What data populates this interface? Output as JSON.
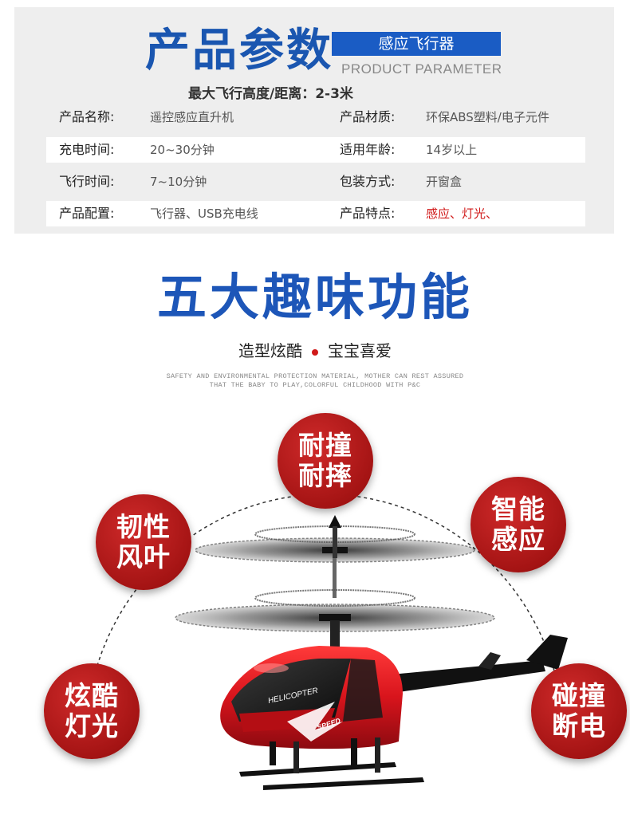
{
  "params": {
    "title": "产品参数",
    "tag": "感应飞行器",
    "english": "PRODUCT PARAMETER",
    "subtitle": "最大飞行高度/距离：2-3米",
    "rows": [
      {
        "k1": "产品名称:",
        "v1": "遥控感应直升机",
        "k2": "产品材质:",
        "v2": "环保ABS塑料/电子元件"
      },
      {
        "k1": "充电时间:",
        "v1": "20~30分钟",
        "k2": "适用年龄:",
        "v2": "14岁以上"
      },
      {
        "k1": "飞行时间:",
        "v1": "7~10分钟",
        "k2": "包装方式:",
        "v2": "开窗盒"
      },
      {
        "k1": "产品配置:",
        "v1": "飞行器、USB充电线",
        "k2": "产品特点:",
        "v2": "感应、灯光、"
      }
    ]
  },
  "features": {
    "title": "五大趣味功能",
    "sub_left": "造型炫酷",
    "sub_right": "宝宝喜爱",
    "english_line1": "SAFETY AND ENVIRONMENTAL PROTECTION MATERIAL, MOTHER CAN REST ASSURED",
    "english_line2": "THAT THE BABY TO PLAY,COLORFUL CHILDHOOD WITH P&C",
    "items": [
      {
        "line1": "耐撞",
        "line2": "耐摔"
      },
      {
        "line1": "韧性",
        "line2": "风叶"
      },
      {
        "line1": "智能",
        "line2": "感应"
      },
      {
        "line1": "炫酷",
        "line2": "灯光"
      },
      {
        "line1": "碰撞",
        "line2": "断电"
      }
    ]
  },
  "helicopter": {
    "decal_1": "HELICOPTER",
    "decal_2": "SPEED",
    "body_color": "#d8141c"
  }
}
